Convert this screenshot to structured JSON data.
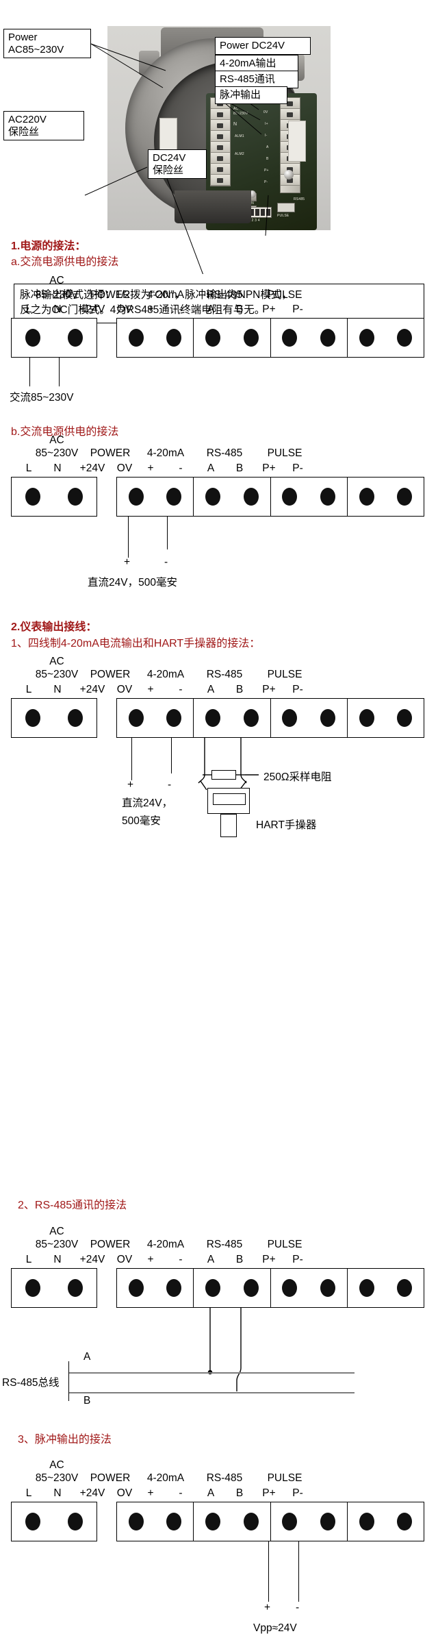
{
  "photo": {
    "callouts": [
      {
        "id": "power-ac",
        "text": "Power\nAC85~230V"
      },
      {
        "id": "power-dc24v",
        "text": "Power DC24V"
      },
      {
        "id": "out-4-20ma",
        "text": "4-20mA输出"
      },
      {
        "id": "rs485-comm",
        "text": "RS-485通讯"
      },
      {
        "id": "pulse-out",
        "text": "脉冲输出"
      },
      {
        "id": "ac220v-fuse",
        "text": "AC220V\n保险丝"
      },
      {
        "id": "dc24v-fuse",
        "text": "DC24V\n保险丝"
      }
    ],
    "pcb_labels": [
      "L",
      "AC",
      "85~230V",
      "N",
      "ALM1",
      "ALM2",
      "+24V",
      "0V",
      "I+",
      "I-",
      "A",
      "B",
      "P+",
      "P-",
      "ON",
      "1 2 3 4",
      "PULSE",
      "NPN",
      "OC",
      "RT",
      "ON",
      "RS485"
    ]
  },
  "note": {
    "line1": "脉冲输出模式选择：1/2拨为“ON”，脉冲输出为NPN模式，",
    "line2": "反之为OC门模式。4为RS485通讯终端电阻有与无。"
  },
  "terminal_headers": {
    "ac": "AC",
    "ac_range": "85~230V",
    "power": "POWER",
    "ma": "4-20mA",
    "rs485": "RS-485",
    "pulse": "PULSE",
    "l": "L",
    "n": "N",
    "p24v": "+24V",
    "ov": "OV",
    "plus": "+",
    "minus": "-",
    "a": "A",
    "b": "B",
    "pplus": "P+",
    "pminus": "P-"
  },
  "sections": [
    {
      "id": "power-wiring",
      "title": "1.电源的接法：",
      "sub_a": "a.交流电源供电的接法",
      "caption_a": "交流85~230V",
      "sub_b": "b.交流电源供电的接法",
      "caption_b_plus": "+",
      "caption_b_minus": "-",
      "caption_b": "直流24V，500毫安"
    },
    {
      "id": "output-wiring",
      "title": "2.仪表输出接线：",
      "sub_1": "1、四线制4-20mA电流输出和HART手操器的接法：",
      "c1_plus": "+",
      "c1_minus": "-",
      "c1_dc_l1": "直流24V，",
      "c1_dc_l2": "500毫安",
      "c1_resistor": "250Ω采样电阻",
      "c1_hart": "HART手操器",
      "sub_2": "2、RS-485通讯的接法",
      "c2_bus": "RS-485总线",
      "c2_a": "A",
      "c2_b": "B",
      "sub_3": "3、脉冲输出的接法",
      "c3_plus": "+",
      "c3_minus": "-",
      "c3_vpp": "Vpp≈24V"
    }
  ],
  "colors": {
    "heading_red": "#a01818",
    "line_black": "#000000",
    "bus_gray": "#7d7d7d"
  }
}
